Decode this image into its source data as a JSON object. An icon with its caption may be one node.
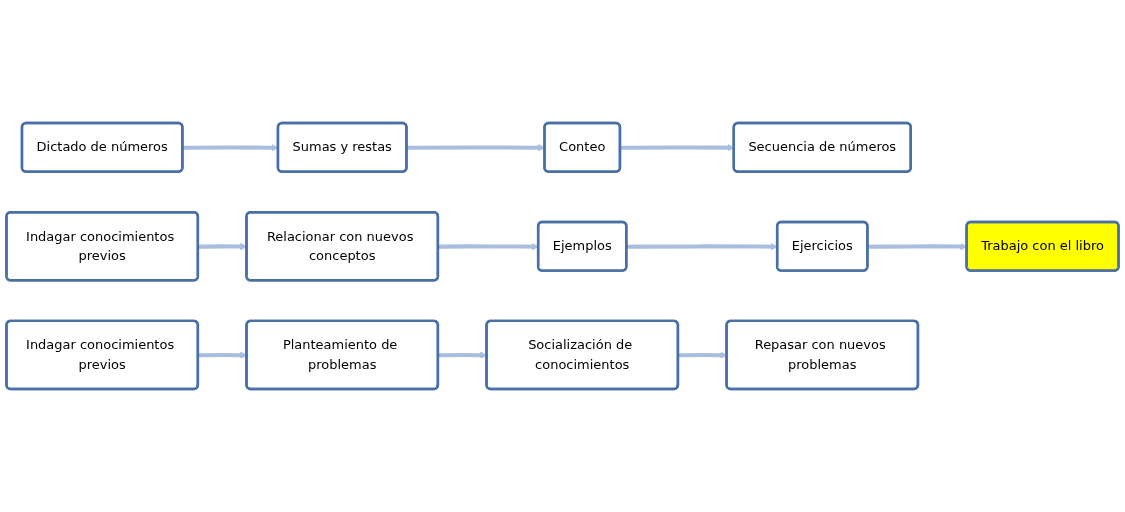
{
  "diagram": {
    "nodes": [
      {
        "text": [
          "Dictado de números"
        ]
      },
      {
        "text": [
          "Sumas y restas"
        ]
      },
      {
        "text": [
          "Conteo"
        ]
      },
      {
        "text": [
          "Secuencia de números"
        ]
      },
      {
        "text": [
          "Indagar conocimientos previos"
        ]
      },
      {
        "text": [
          "Relacionar con nuevos conceptos"
        ]
      },
      {
        "text": [
          "Ejemplos"
        ]
      },
      {
        "text": [
          "Ejercicios"
        ]
      },
      {
        "text": [
          "Trabajo con el libro"
        ]
      },
      {
        "text": [
          "Indagar conocimientos previos"
        ]
      },
      {
        "text": [
          "Planteamiento de problemas"
        ]
      },
      {
        "text": [
          "Socialización de conocimientos"
        ]
      },
      {
        "text": [
          "Repasar con nuevos problemas"
        ]
      }
    ],
    "edges": [
      {
        "from": 0,
        "to": 1,
        "arrow": "to"
      },
      {
        "from": 1,
        "to": 2,
        "arrow": "to"
      },
      {
        "from": 2,
        "to": 3,
        "arrow": "to"
      },
      {
        "from": 4,
        "to": 5,
        "arrow": "to"
      },
      {
        "from": 5,
        "to": 6,
        "arrow": "to"
      },
      {
        "from": 6,
        "to": 7,
        "arrow": "to"
      },
      {
        "from": 7,
        "to": 8,
        "arrow": "to"
      },
      {
        "from": 9,
        "to": 10,
        "arrow": "to"
      },
      {
        "from": 10,
        "to": 11,
        "arrow": "to"
      },
      {
        "from": 11,
        "to": 12,
        "arrow": "to"
      }
    ]
  }
}
